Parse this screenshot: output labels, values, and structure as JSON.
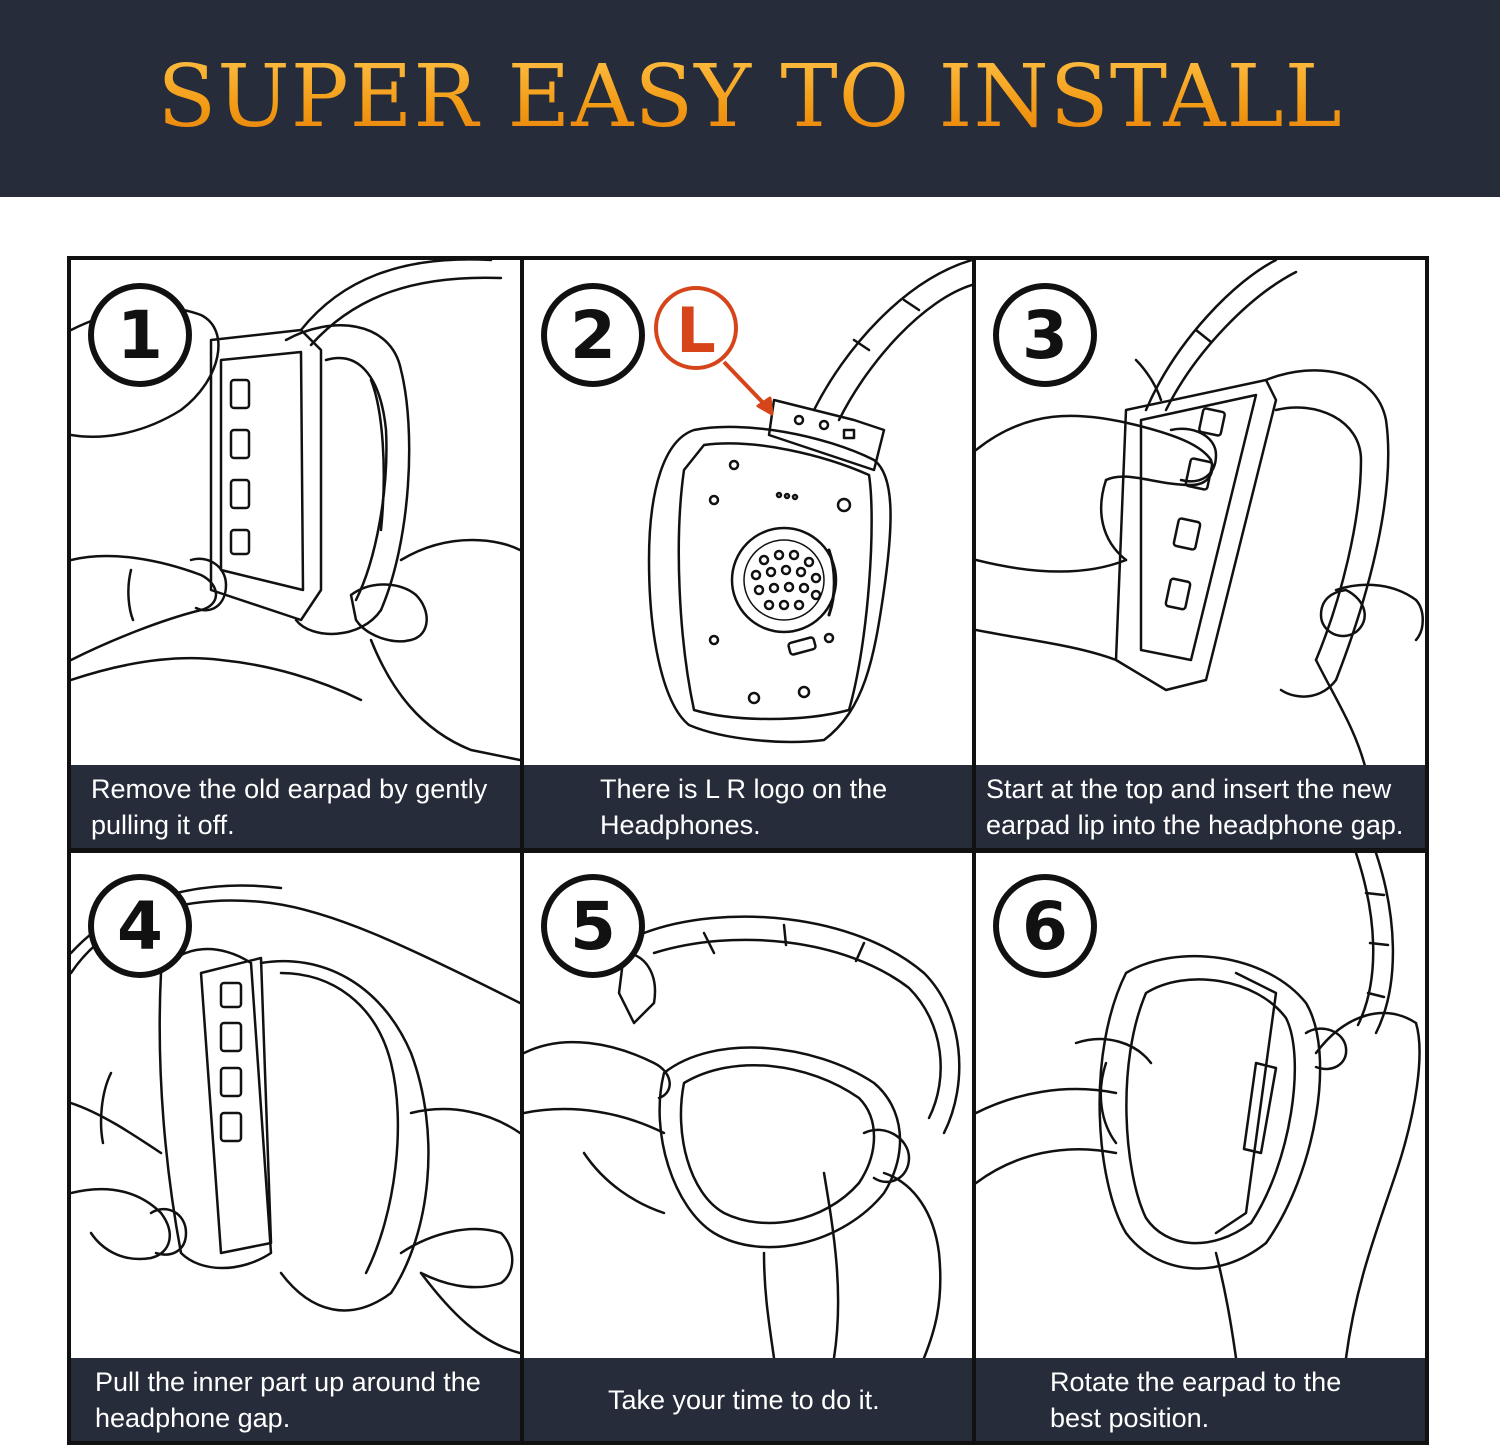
{
  "banner": {
    "title": "SUPER EASY TO INSTALL"
  },
  "colors": {
    "banner_bg": "#262c3a",
    "title_gold": "#f5a11e",
    "logo_orange": "#d6451a",
    "caption_bg": "#262c3a"
  },
  "steps": [
    {
      "number": "1",
      "caption": "Remove the old earpad by gently pulling it off."
    },
    {
      "number": "2",
      "caption": "There is L R logo on the Headphones.",
      "logo": "L"
    },
    {
      "number": "3",
      "caption": "Start at the top and insert the new earpad lip into the headphone gap."
    },
    {
      "number": "4",
      "caption": "Pull the inner part up around the headphone gap."
    },
    {
      "number": "5",
      "caption": "Take your time to do it."
    },
    {
      "number": "6",
      "caption": "Rotate the earpad to the best position."
    }
  ]
}
